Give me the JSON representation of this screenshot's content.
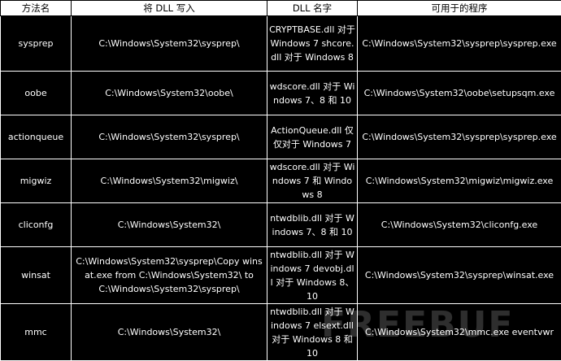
{
  "headers": {
    "method": "方法名",
    "write_path": "将 DLL 写入",
    "dll_name": "DLL 名字",
    "program": "可用于的程序"
  },
  "rows": [
    {
      "method": "sysprep",
      "path": "C:\\Windows\\System32\\sysprep\\",
      "dll": "CRYPTBASE.dll 对于 Windows 7 shcore.dll 对于 Windows 8",
      "program": "C:\\Windows\\System32\\sysprep\\sysprep.exe"
    },
    {
      "method": "oobe",
      "path": "C:\\Windows\\System32\\oobe\\",
      "dll": "wdscore.dll 对于 Windows 7、8 和 10",
      "program": "C:\\Windows\\System32\\oobe\\setupsqm.exe"
    },
    {
      "method": "actionqueue",
      "path": "C:\\Windows\\System32\\sysprep\\",
      "dll": "ActionQueue.dll 仅仅对于 Windows 7",
      "program": "C:\\Windows\\System32\\sysprep\\sysprep.exe"
    },
    {
      "method": "migwiz",
      "path": "C:\\Windows\\System32\\migwiz\\",
      "dll": "wdscore.dll 对于 Windows 7 和 Windows 8",
      "program": "C:\\Windows\\System32\\migwiz\\migwiz.exe"
    },
    {
      "method": "cliconfg",
      "path": "C:\\Windows\\System32\\",
      "dll": "ntwdblib.dll 对于 Windows 7、8 和 10",
      "program": "C:\\Windows\\System32\\cliconfg.exe"
    },
    {
      "method": "winsat",
      "path": "C:\\Windows\\System32\\sysprep\\Copy winsat.exe from C:\\Windows\\System32\\ to C:\\Windows\\System32\\sysprep\\",
      "dll": "ntwdblib.dll 对于 Windows 7 devobj.dll 对于 Windows 8、10",
      "program": "C:\\Windows\\System32\\sysprep\\winsat.exe"
    },
    {
      "method": "mmc",
      "path": "C:\\Windows\\System32\\",
      "dll": "ntwdblib.dll 对于 Windows 7 elsext.dll 对于 Windows 8 和 10",
      "program": "C:\\Windows\\System32\\mmc.exe eventvwr"
    }
  ],
  "watermark": "FREEBUF"
}
